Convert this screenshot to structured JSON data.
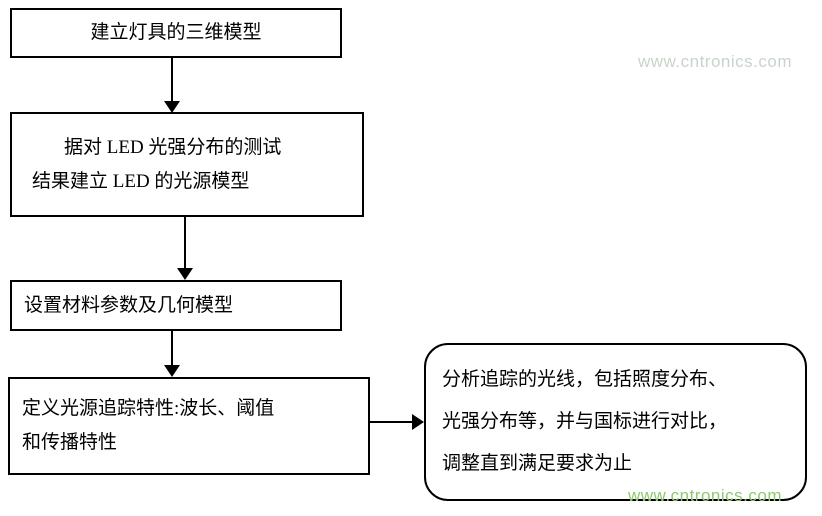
{
  "flowchart": {
    "steps": [
      {
        "name": "build-3d-model",
        "lines": {
          "0": "建立灯具的三维模型"
        }
      },
      {
        "name": "build-led-source-model",
        "lines": {
          "0": "据对 LED 光强分布的测试",
          "1": "结果建立 LED 的光源模型"
        }
      },
      {
        "name": "set-material-and-geometry",
        "lines": {
          "0": "设置材料参数及几何模型"
        }
      },
      {
        "name": "define-ray-tracing-properties",
        "lines": {
          "0": "定义光源追踪特性:波长、阈值",
          "1": "和传播特性"
        }
      },
      {
        "name": "analyze-traced-rays",
        "lines": {
          "0": "分析追踪的光线，包括照度分布、",
          "1": "光强分布等，并与国标进行对比，",
          "2": "调整直到满足要求为止"
        }
      }
    ],
    "watermarks": {
      "top": "www.cntronics.com",
      "bottom": "www.cntronics.com"
    },
    "colors": {
      "box_border": "#000000",
      "arrow": "#000000",
      "watermark_top": "#c9d4c9",
      "watermark_bottom": "#8fc96e"
    }
  }
}
